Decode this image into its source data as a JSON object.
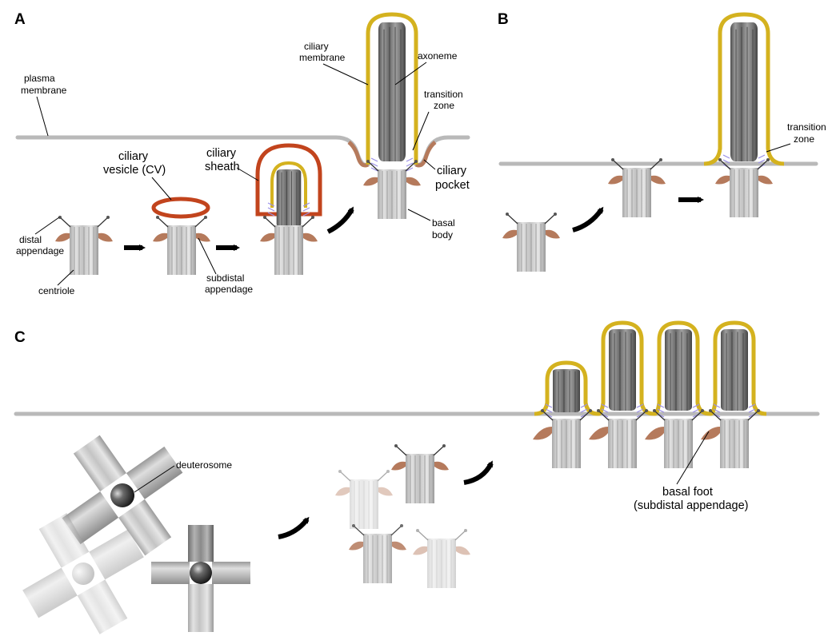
{
  "panels": {
    "a": "A",
    "b": "B",
    "c": "C"
  },
  "labels": {
    "plasma_membrane": [
      "plasma",
      "membrane"
    ],
    "ciliary_membrane": [
      "ciliary",
      "membrane"
    ],
    "axoneme": "axoneme",
    "transition_zone": [
      "transition",
      "zone"
    ],
    "ciliary_vesicle": [
      "ciliary",
      "vesicle (CV)"
    ],
    "ciliary_sheath": [
      "ciliary",
      "sheath"
    ],
    "ciliary_pocket": [
      "ciliary",
      "pocket"
    ],
    "distal_appendage": [
      "distal",
      "appendage"
    ],
    "centriole": "centriole",
    "subdistal_appendage": [
      "subdistal",
      "appendage"
    ],
    "basal_body": [
      "basal",
      "body"
    ],
    "transition_zone_b": [
      "transition",
      "zone"
    ],
    "deuterosome": "deuterosome",
    "basal_foot": [
      "basal foot",
      "(subdistal appendage)"
    ]
  },
  "colors": {
    "ciliary_membrane": "#d4b21f",
    "ciliary_vesicle": "#c2441d",
    "plasma_membrane": "#b9b9b9",
    "transition_fibers": "#9a8fe6",
    "subdistal_appendage": "#b57a5c",
    "arrow": "#000000"
  }
}
